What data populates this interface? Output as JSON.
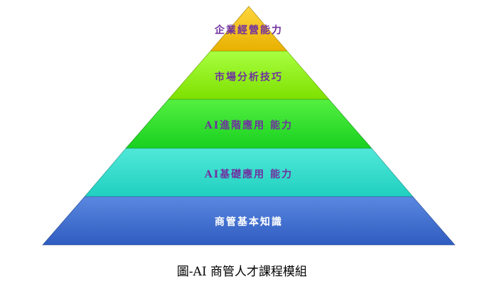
{
  "pyramid": {
    "levels": [
      {
        "label": "企業經營能力",
        "color": "#f5c000"
      },
      {
        "label": "市場分析技巧",
        "color": "#8ff000"
      },
      {
        "label": "AI進階應用 能力",
        "color": "#2fe02f"
      },
      {
        "label": "AI基礎應用 能力",
        "color": "#2fd8c8"
      },
      {
        "label": "商管基本知識",
        "color": "#3f6fd0"
      }
    ]
  },
  "caption": "圖-AI 商管人才課程模組"
}
